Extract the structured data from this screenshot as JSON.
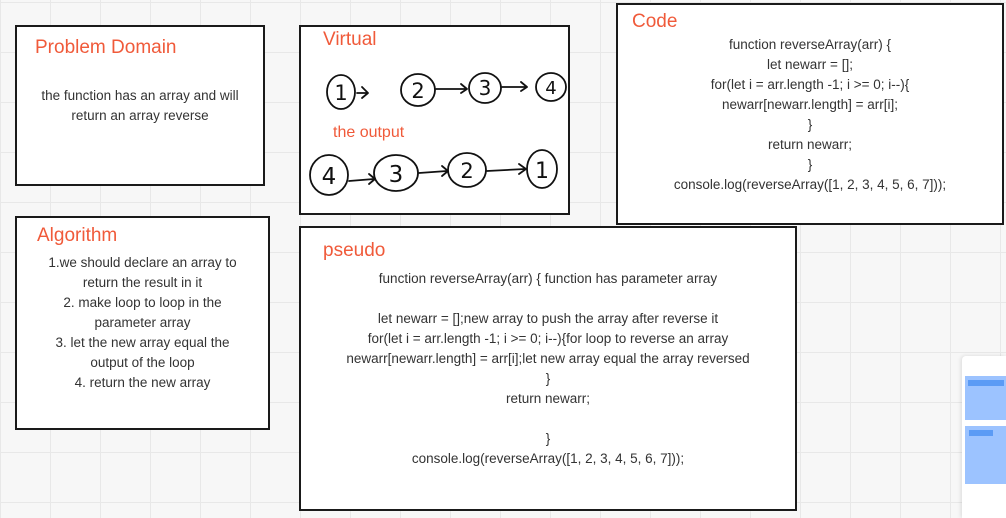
{
  "problem_domain": {
    "title": "Problem Domain",
    "lines": [
      "the function has an array and will",
      "return an array reverse"
    ]
  },
  "virtual": {
    "title": "Virtual",
    "input_sequence": [
      "1",
      "2",
      "3",
      "4"
    ],
    "output_label": "the output",
    "output_sequence": [
      "4",
      "3",
      "2",
      "1"
    ]
  },
  "code": {
    "title": "Code",
    "lines": [
      "function reverseArray(arr) {",
      "let newarr = [];",
      "for(let i = arr.length -1; i >= 0; i--){",
      "newarr[newarr.length] = arr[i];",
      "}",
      "return newarr;",
      "}",
      "console.log(reverseArray([1, 2, 3, 4, 5, 6, 7]));"
    ]
  },
  "algorithm": {
    "title": "Algorithm",
    "lines": [
      "1.we should declare an array to",
      "return the result in it",
      "2. make loop to loop in the",
      "parameter array",
      "3. let the new array equal the",
      "output of the loop",
      "4. return the new array"
    ]
  },
  "pseudo": {
    "title": "pseudo",
    "lines": [
      "function reverseArray(arr) { function has parameter array",
      "",
      "let newarr = [];new array to push the array after reverse it",
      "for(let i = arr.length -1; i >= 0; i--){for loop to reverse an array",
      "newarr[newarr.length] = arr[i];let new array equal the array reversed",
      "}",
      "return newarr;",
      "",
      "}",
      "console.log(reverseArray([1, 2, 3, 4, 5, 6, 7]));"
    ]
  },
  "colors": {
    "title_accent": "#f05a3a",
    "card_border": "#1a1a1a",
    "board_background": "#f7f7f7",
    "side_panel_accent": "#9cc3ff"
  }
}
